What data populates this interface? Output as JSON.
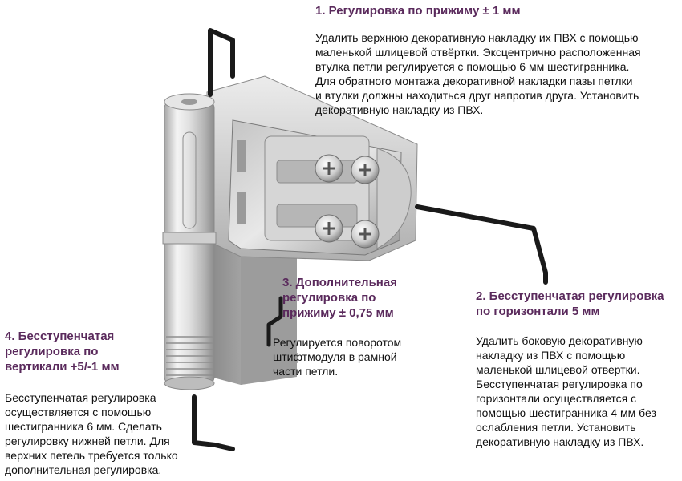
{
  "sections": [
    {
      "heading": [
        "1. Регулировка по прижиму ± 1 мм"
      ],
      "body": [
        "Удалить верхнюю декоративную накладку их ПВХ с помощью",
        "маленькой шлицевой отвёртки. Эксцентрично расположенная",
        "втулка петли регулируется с помощью 6 мм шестигранника.",
        "Для обратного монтажа декоративной накладки пазы петлки",
        "и втулки должны находиться друг напротив друга. Установить",
        "декоративную накладку из ПВХ."
      ]
    },
    {
      "heading": [
        "2. Бесступенчатая регулировка",
        "по горизонтали 5 мм"
      ],
      "body": [
        "Удалить боковую декоративную",
        "накладку из ПВХ с помощью",
        "маленькой шлицевой отвертки.",
        "Бесступенчатая регулировка по",
        "горизонтали осуществляется с",
        "помощью шестигранника 4 мм без",
        "ослабления петли. Установить",
        "декоративную накладку из ПВХ."
      ]
    },
    {
      "heading": [
        "3. Дополнительная",
        "регулировка по",
        "прижиму ± 0,75 мм"
      ],
      "body": [
        "Регулируется поворотом",
        "штифтмодуля в рамной",
        "части петли."
      ]
    },
    {
      "heading": [
        "4. Бесступенчатая",
        "регулировка по",
        "вертикали +5/-1 мм"
      ],
      "body": [
        "Бесступенчатая регулировка",
        "осуществляется с помощью",
        "шестигранника 6 мм. Сделать",
        "регулировку нижней петли. Для",
        "верхних петель требуется только",
        "дополнительная регулировка."
      ]
    }
  ],
  "colors": {
    "heading": "#5a2a5c",
    "text": "#111111",
    "key": "#1a1a1a"
  }
}
